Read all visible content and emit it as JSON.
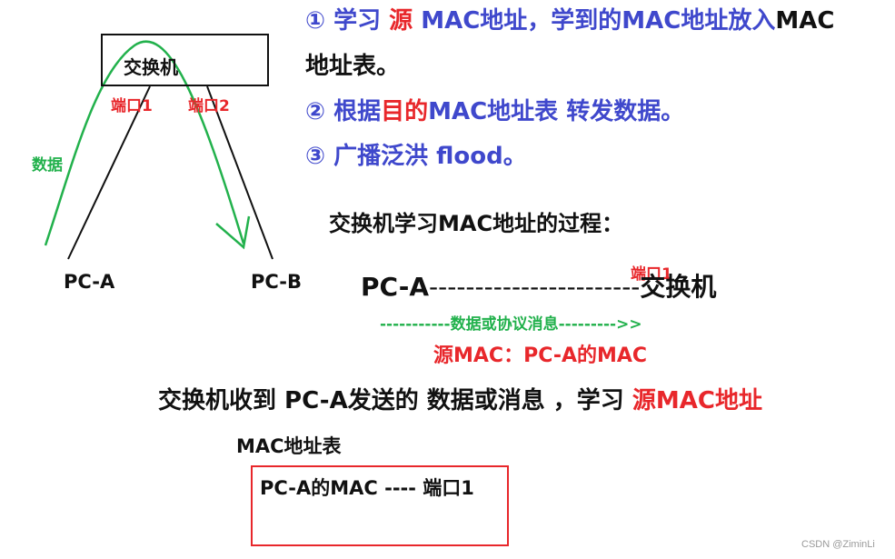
{
  "topology": {
    "switch_label": "交换机",
    "port1_label": "端口1",
    "port2_label": "端口2",
    "data_label": "数据",
    "pc_a_label": "PC-A",
    "pc_b_label": "PC-B"
  },
  "steps": {
    "step1": {
      "num": "①",
      "learn": "学习",
      "src": "源",
      "mac_addr": "MAC地址，学到的MAC地址放入",
      "mac_tail": "MAC",
      "line2": "地址表。"
    },
    "step2": {
      "num": "②",
      "by": "根据",
      "dest": "目的",
      "rest": "MAC地址表 转发数据。"
    },
    "step3": {
      "num": "③",
      "text": "广播泛洪 flood。"
    }
  },
  "process": {
    "title": "交换机学习MAC地址的过程：",
    "pca": "PC-A",
    "dashes": "-----------------------",
    "switch": "交换机",
    "port": "端口1",
    "flow": "-----------数据或协议消息--------->>",
    "src_mac": "源MAC：PC-A的MAC"
  },
  "summary": {
    "part1": "交换机收到 PC-A发送的 数据或消息 ，学习",
    "part2": "源MAC地址"
  },
  "mac_table": {
    "title": "MAC地址表",
    "entry": "PC-A的MAC  ---- 端口1"
  },
  "watermark": "CSDN @ZiminLi",
  "colors": {
    "blue": "#3f48cc",
    "red": "#e8272b",
    "green": "#22b14c",
    "black": "#111111"
  }
}
